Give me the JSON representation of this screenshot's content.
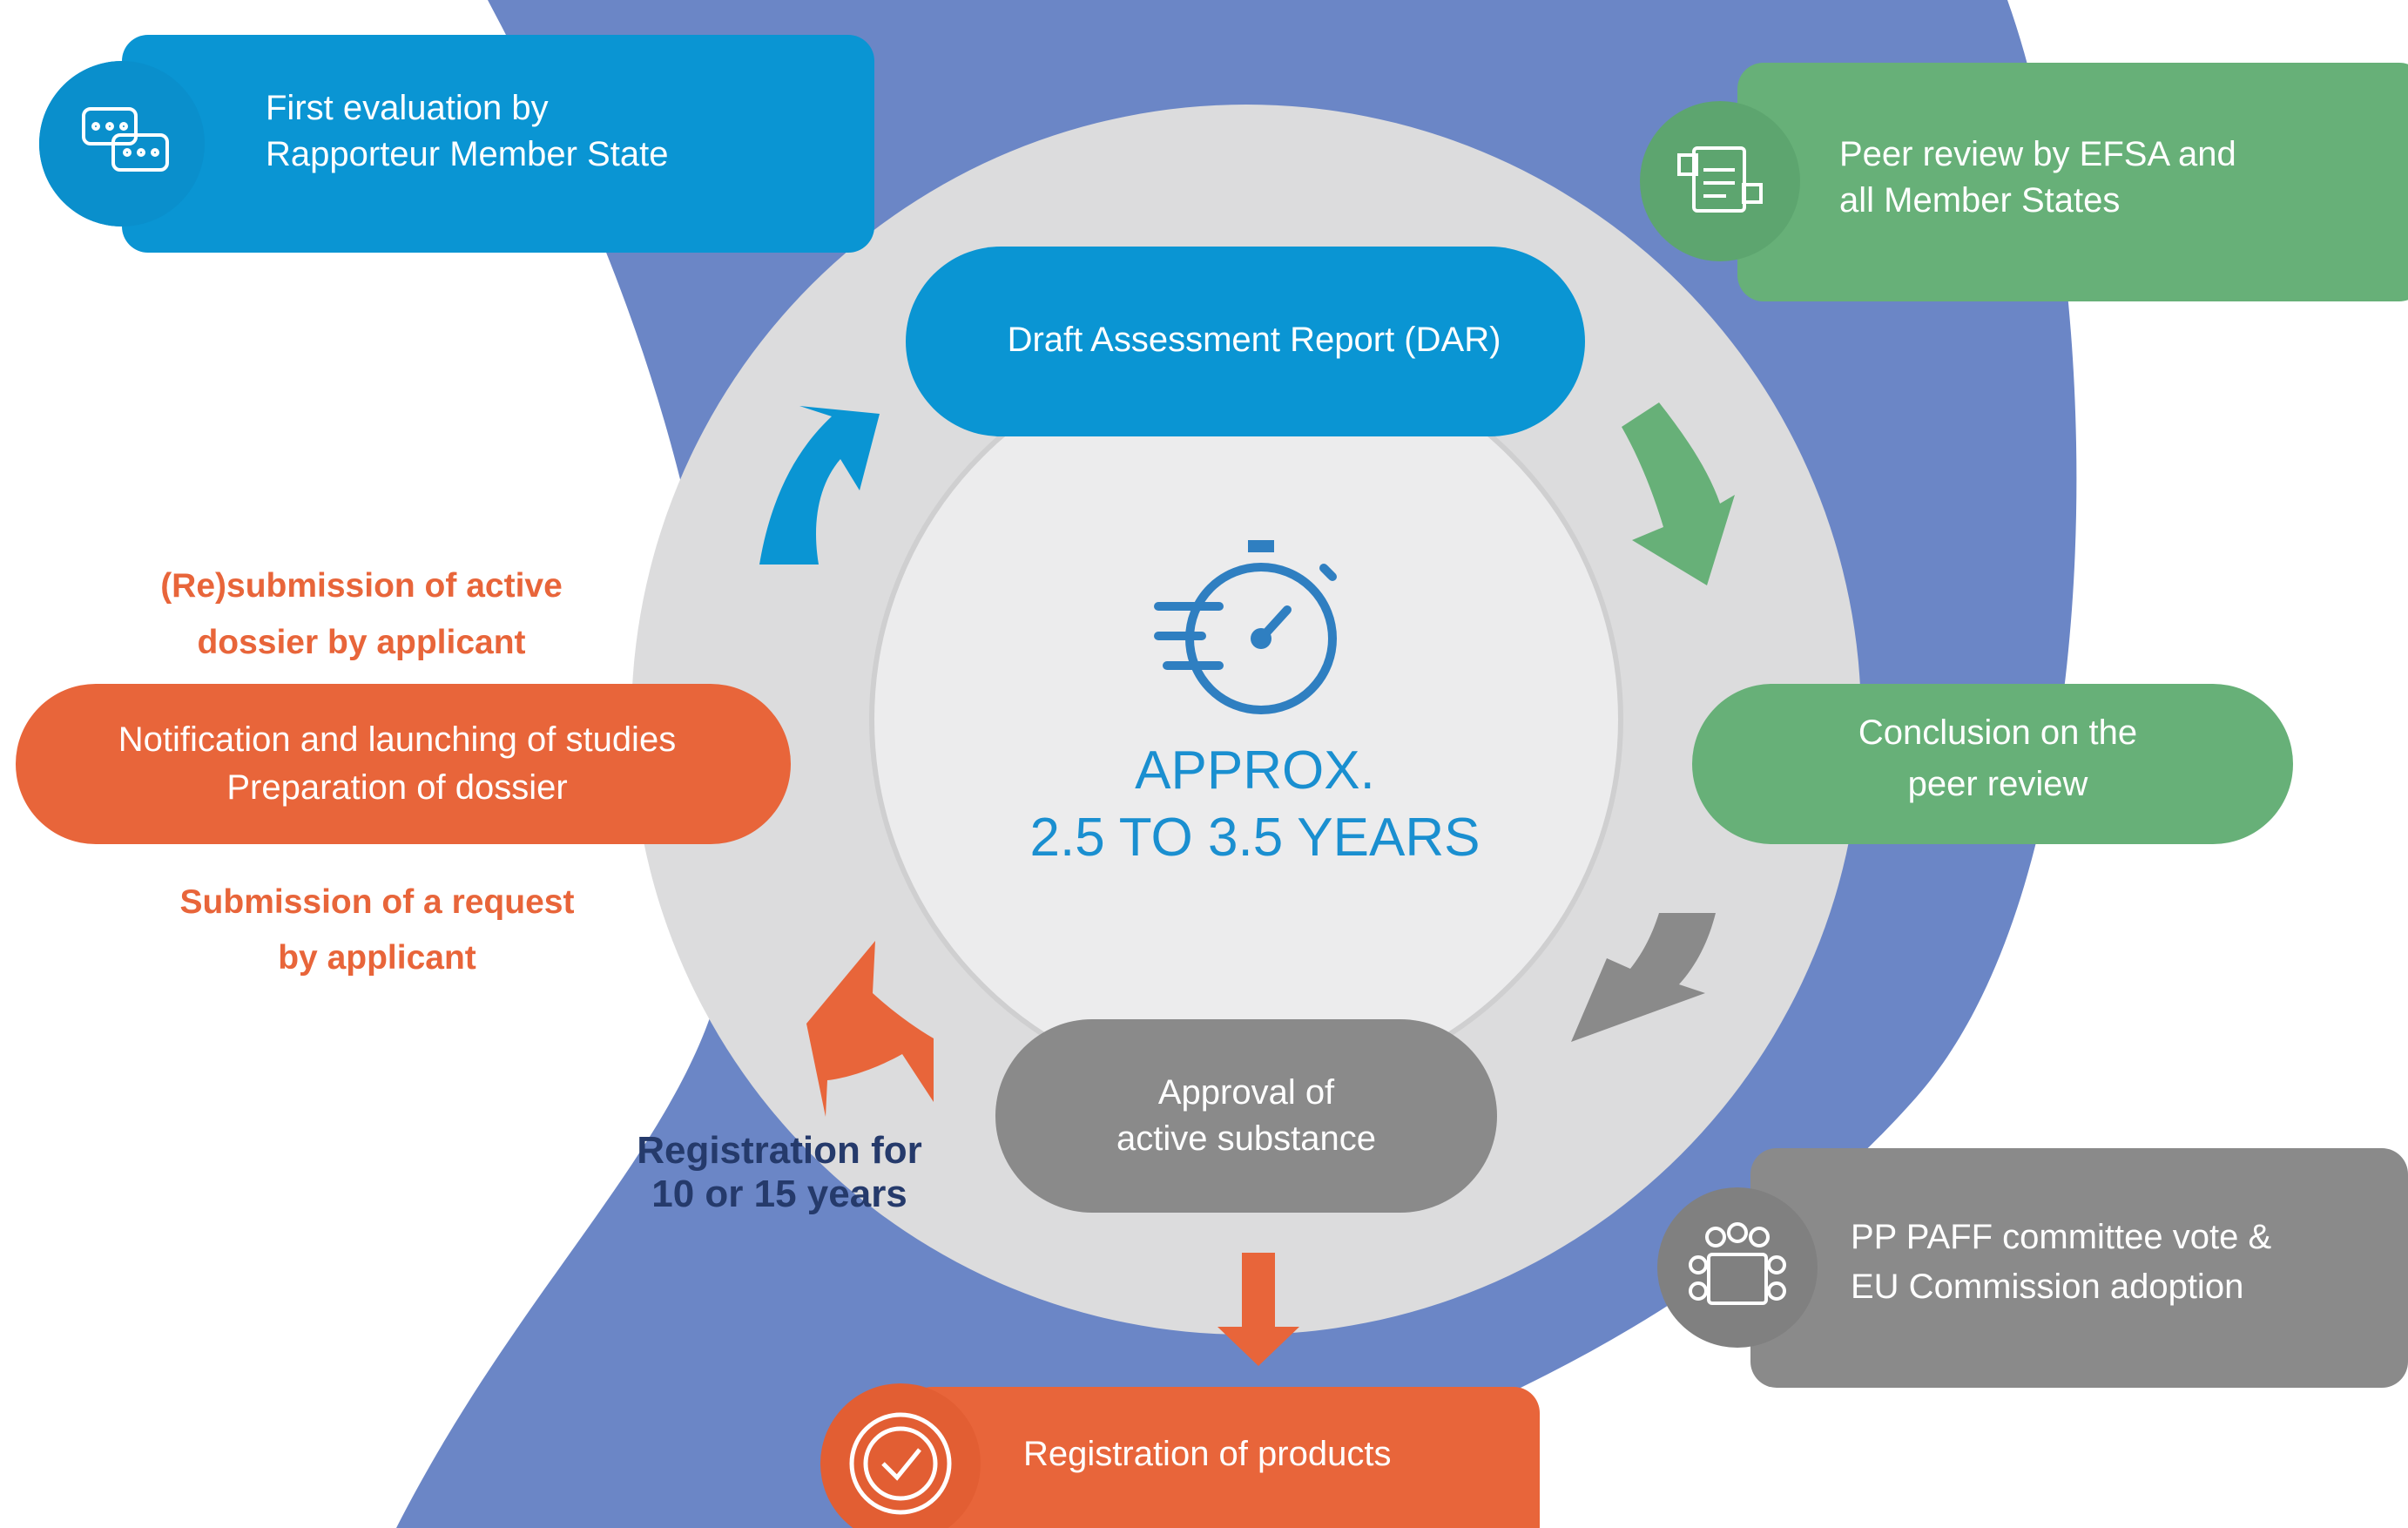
{
  "colors": {
    "band": "#6b86c6",
    "ring": "#dcdcdd",
    "inner": "#ececed",
    "blue": "#0a95d3",
    "green": "#67b078",
    "gray": "#8a8a8a",
    "orange": "#e8653a",
    "navy": "#253a6b"
  },
  "boxes": {
    "first_evaluation": {
      "line1": "First evaluation by",
      "line2": "Rapporteur Member State",
      "icon": "chat-bubbles-icon"
    },
    "peer_review": {
      "line1": "Peer review by EFSA and",
      "line2": "all Member States",
      "icon": "document-handshake-icon"
    },
    "committee_vote": {
      "line1": "PP PAFF committee vote &",
      "line2": "EU Commission adoption",
      "icon": "meeting-table-icon"
    },
    "registration_products": {
      "label": "Registration of products",
      "icon": "check-badge-icon"
    }
  },
  "cycle": {
    "dar": "Draft Assessment Report (DAR)",
    "conclusion": {
      "line1": "Conclusion on the",
      "line2": "peer review"
    },
    "approval": {
      "line1": "Approval of",
      "line2": "active substance"
    },
    "notification": {
      "line1": "Notification and launching of studies",
      "line2": "Preparation of dossier"
    }
  },
  "notes": {
    "resubmission": {
      "line1": "(Re)submission of active",
      "line2": "dossier by applicant"
    },
    "request": {
      "line1": "Submission of a request",
      "line2": "by applicant"
    },
    "registration_period": {
      "line1": "Registration for",
      "line2": "10 or 15 years"
    }
  },
  "center": {
    "line1": "APPROX.",
    "line2": "2.5 TO 3.5 YEARS",
    "icon": "stopwatch-icon"
  }
}
